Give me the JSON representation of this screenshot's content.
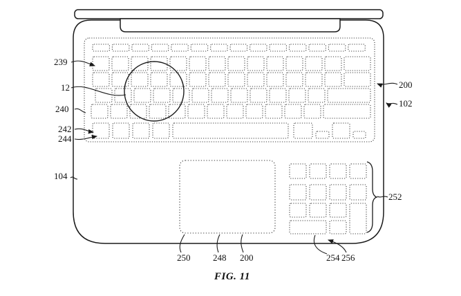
{
  "figure": {
    "caption": "FIG. 11"
  },
  "colors": {
    "background": "#ffffff",
    "line": "#1a1a1a",
    "dotted_line": "#3c3c3c"
  },
  "labels": {
    "ref_239": "239",
    "ref_12": "12",
    "ref_240": "240",
    "ref_242": "242",
    "ref_244": "244",
    "ref_104": "104",
    "ref_200_right": "200",
    "ref_102": "102",
    "ref_252": "252",
    "ref_250": "250",
    "ref_248": "248",
    "ref_200_bottom": "200",
    "ref_254": "254",
    "ref_256": "256"
  }
}
